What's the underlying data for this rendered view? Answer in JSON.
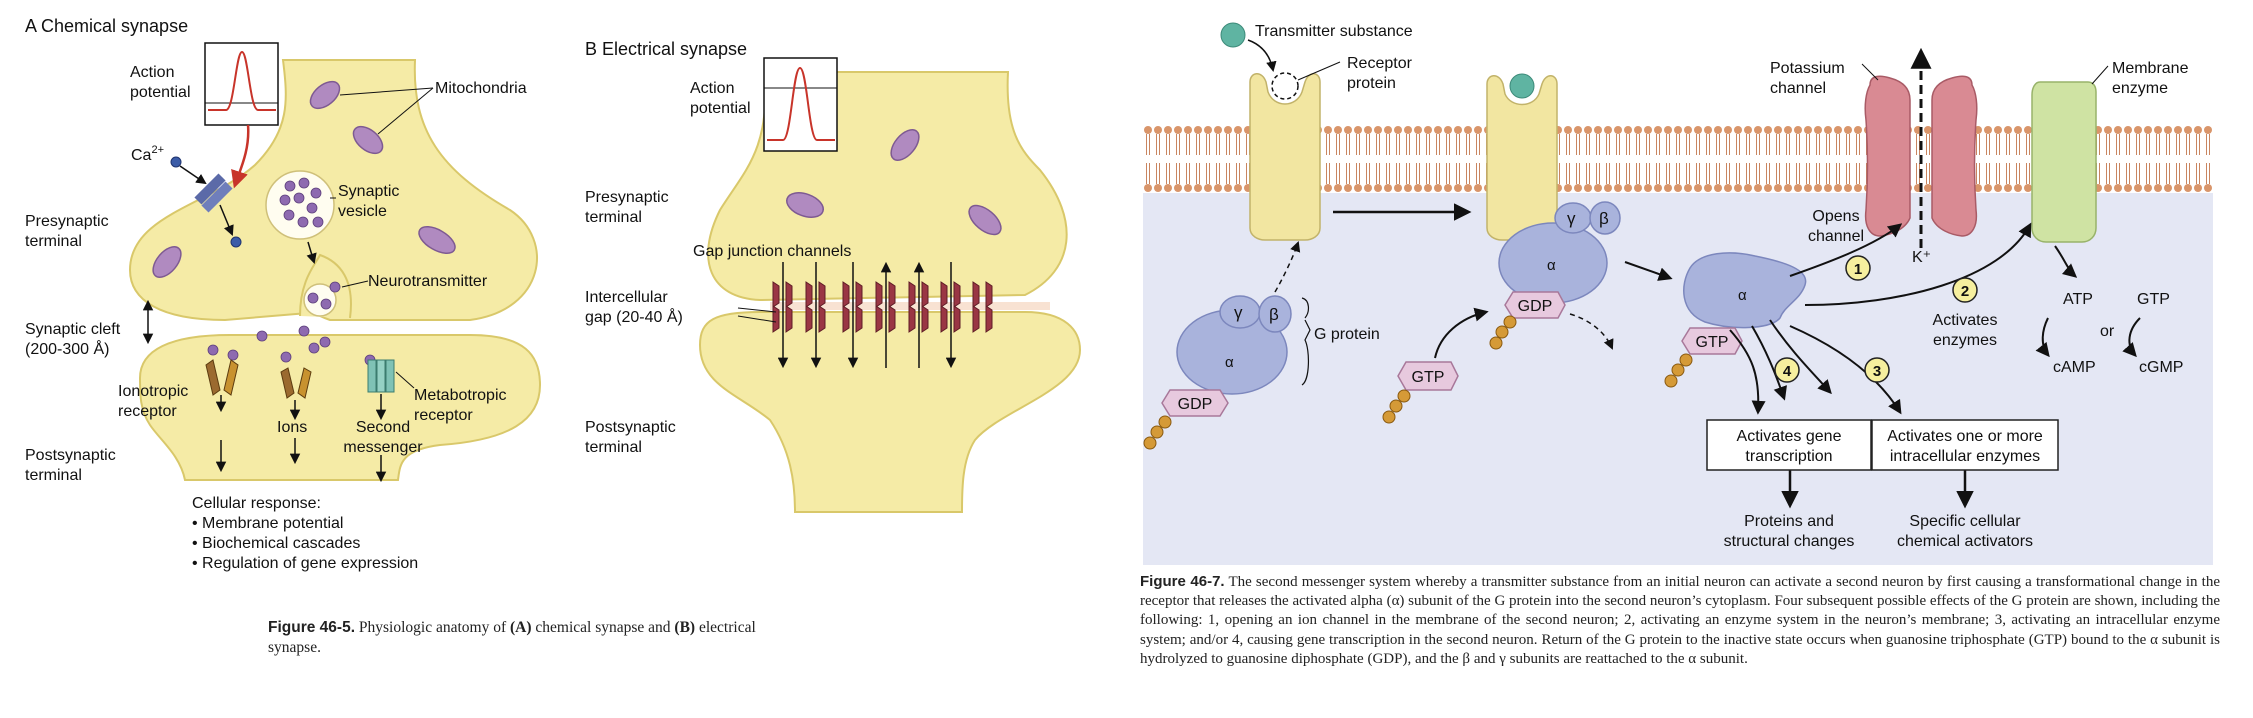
{
  "panel_a": {
    "title": "A Chemical synapse",
    "action_potential": "Action\npotential",
    "mitochondria": "Mitochondria",
    "ca": "Ca",
    "ca_sup": "2+",
    "synaptic_vesicle": "Synaptic\nvesicle",
    "presynaptic_terminal": "Presynaptic\nterminal",
    "neurotransmitter": "Neurotransmitter",
    "synaptic_cleft": "Synaptic cleft\n(200-300 Å)",
    "ionotropic_receptor": "Ionotropic\nreceptor",
    "ions": "Ions",
    "second_messenger": "Second\nmessenger",
    "metabotropic_receptor": "Metabotropic\nreceptor",
    "postsynaptic_terminal": "Postsynaptic\nterminal",
    "cellular_response": "Cellular response:",
    "responses": [
      "Membrane potential",
      "Biochemical cascades",
      "Regulation of gene expression"
    ],
    "caption_label": "Figure 46-5.",
    "caption_pre": " Physiologic anatomy of ",
    "caption_a": "(A)",
    "caption_mid": " chemical synapse and ",
    "caption_b": "(B)",
    "caption_post": " electrical synapse."
  },
  "panel_b": {
    "title": "B Electrical synapse",
    "action_potential": "Action\npotential",
    "presynaptic_terminal": "Presynaptic\nterminal",
    "gap_junction_channels": "Gap junction channels",
    "intercellular_gap": "Intercellular\ngap (20-40 Å)",
    "postsynaptic_terminal": "Postsynaptic\nterminal"
  },
  "panel_c": {
    "transmitter_substance": "Transmitter substance",
    "receptor_protein": "Receptor\nprotein",
    "potassium_channel": "Potassium\nchannel",
    "membrane_enzyme": "Membrane\nenzyme",
    "g_protein": "G protein",
    "gamma": "γ",
    "beta": "β",
    "alpha": "α",
    "gdp": "GDP",
    "gtp": "GTP",
    "opens_channel": "Opens\nchannel",
    "k_plus": "K⁺",
    "activates_enzymes": "Activates\nenzymes",
    "atp": "ATP",
    "camp": "cAMP",
    "or": "or",
    "cgmp": "cGMP",
    "num1": "1",
    "num2": "2",
    "num3": "3",
    "num4": "4",
    "box_gene": "Activates gene\ntranscription",
    "box_enzymes": "Activates one or more\nintracellular enzymes",
    "proteins_changes": "Proteins and\nstructural changes",
    "chemical_activators": "Specific cellular\nchemical activators",
    "caption_label": "Figure 46-7.",
    "caption_text": " The second messenger system whereby a transmitter substance from an initial neuron can activate a second neuron by first causing a transformational change in the receptor that releases the activated alpha (α) subunit of the G protein into the second neuron’s cytoplasm. Four subsequent possible effects of the G protein are shown, including the following: 1, opening an ion channel in the membrane of the second neuron; 2, activating an enzyme system in the neuron’s membrane; 3, activating an intracellular enzyme system; and/or 4, causing gene transcription in the second neuron. Return of the G protein to the inactive state occurs when guanosine triphosphate (GTP) bound to the α subunit is hydrolyzed to guanosine diphosphate (GDP), and the β and γ subunits are reattached to the α subunit."
  },
  "colors": {
    "neuron_fill": "#f5eba6",
    "neuron_stroke": "#d9c86a",
    "mito_fill": "#b08ac0",
    "gprotein": "#a9b3dc",
    "gdp_fill": "#e7c9de",
    "receptor_fill": "#f2e6a1",
    "k_channel": "#d98a93",
    "enzyme_fill": "#cfe3a3",
    "membrane_head": "#d9956a",
    "cytoplasm": "#e4e7f4",
    "ap_curve": "#c8342a",
    "num_circle": "#f6ef9e",
    "transmitter": "#5fb4a2"
  }
}
